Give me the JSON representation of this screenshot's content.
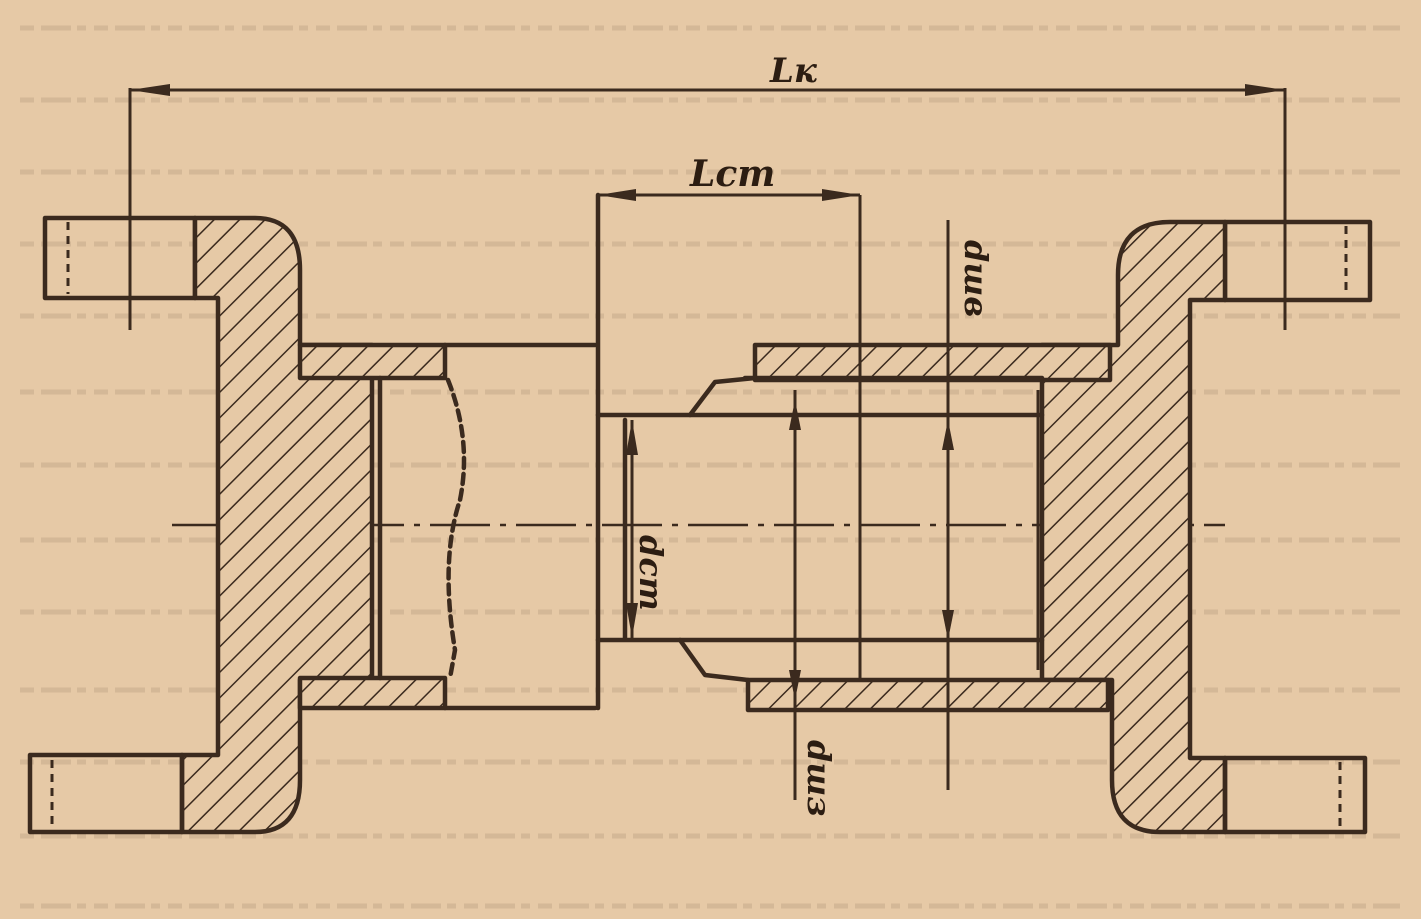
{
  "diagram": {
    "labels": {
      "overall_length": "Lк",
      "stub_length": "Lст",
      "inner_diameter": "dшв",
      "stub_diameter": "dст",
      "outer_diameter": "dшз"
    },
    "colors": {
      "paper": "#e6c9a6",
      "ink": "#3b2a1e",
      "faded_print": "#c6ab8b"
    }
  }
}
